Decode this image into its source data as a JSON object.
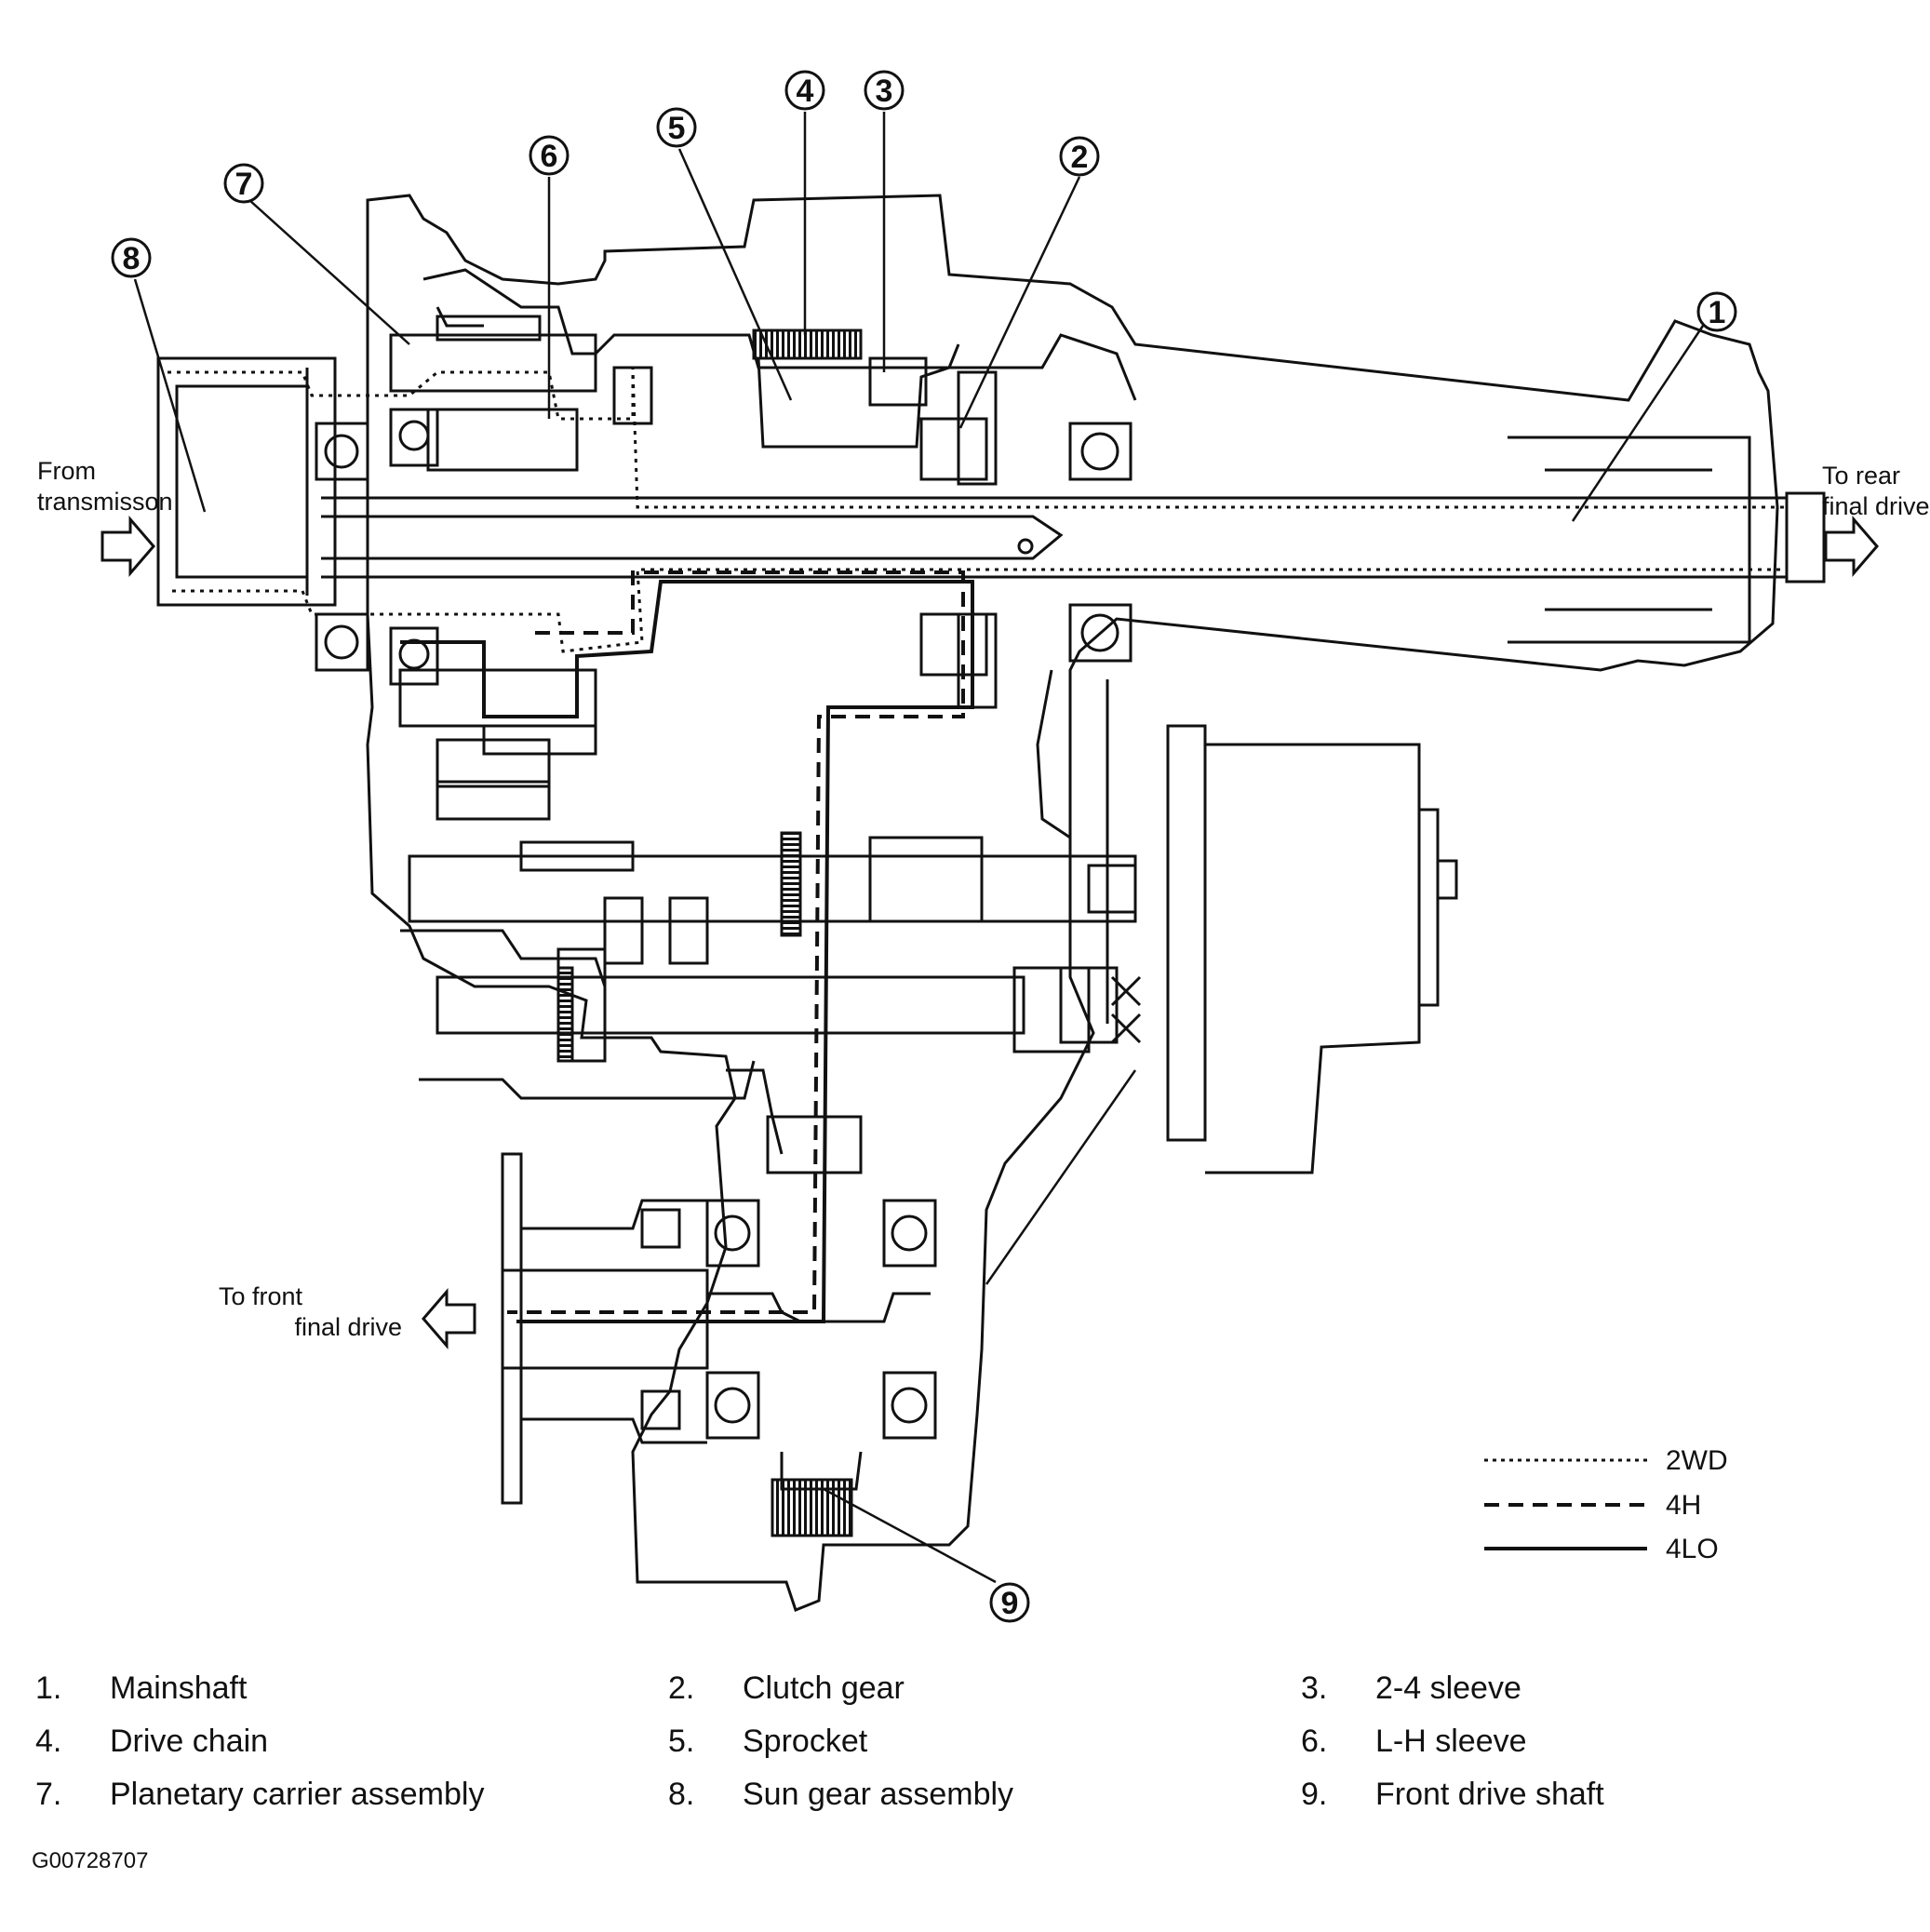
{
  "directions": {
    "input": [
      "From",
      "transmisson"
    ],
    "rear": [
      "To rear",
      "final drive"
    ],
    "front": [
      "To front",
      "final drive"
    ]
  },
  "callouts": [
    "1",
    "2",
    "3",
    "4",
    "5",
    "6",
    "7",
    "8",
    "9"
  ],
  "legend": [
    {
      "label": "2WD",
      "style": "dotted"
    },
    {
      "label": "4H",
      "style": "dashed"
    },
    {
      "label": "4LO",
      "style": "solid"
    }
  ],
  "parts": [
    {
      "num": "1.",
      "name": "Mainshaft"
    },
    {
      "num": "2.",
      "name": "Clutch gear"
    },
    {
      "num": "3.",
      "name": "2-4 sleeve"
    },
    {
      "num": "4.",
      "name": "Drive chain"
    },
    {
      "num": "5.",
      "name": "Sprocket"
    },
    {
      "num": "6.",
      "name": "L-H sleeve"
    },
    {
      "num": "7.",
      "name": "Planetary carrier assembly"
    },
    {
      "num": "8.",
      "name": "Sun gear assembly"
    },
    {
      "num": "9.",
      "name": "Front drive shaft"
    }
  ],
  "figure_id": "G00728707",
  "colors": {
    "ink": "#111111",
    "background": "#ffffff"
  }
}
